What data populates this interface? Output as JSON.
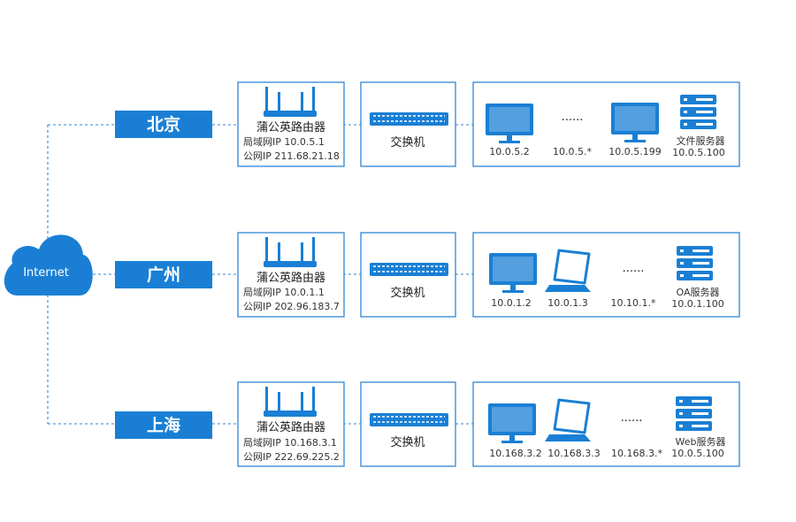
{
  "internet": {
    "label": "Internet"
  },
  "branches": [
    {
      "city": "北京",
      "router": {
        "name": "蒲公英路由器",
        "lan": "局域网IP 10.0.5.1",
        "wan": "公网IP 211.68.21.18"
      },
      "switch_label": "交换机",
      "devices": [
        {
          "type": "monitor",
          "label": "10.0.5.2"
        },
        {
          "type": "dots",
          "label": "10.0.5.*"
        },
        {
          "type": "monitor",
          "label": "10.0.5.199"
        },
        {
          "type": "server",
          "name": "文件服务器",
          "label": "10.0.5.100"
        }
      ]
    },
    {
      "city": "广州",
      "router": {
        "name": "蒲公英路由器",
        "lan": "局域网IP 10.0.1.1",
        "wan": "公网IP 202.96.183.7"
      },
      "switch_label": "交换机",
      "devices": [
        {
          "type": "monitor",
          "label": "10.0.1.2"
        },
        {
          "type": "laptop",
          "label": "10.0.1.3"
        },
        {
          "type": "dots",
          "label": "10.10.1.*"
        },
        {
          "type": "server",
          "name": "OA服务器",
          "label": "10.0.1.100"
        }
      ]
    },
    {
      "city": "上海",
      "router": {
        "name": "蒲公英路由器",
        "lan": "局域网IP 10.168.3.1",
        "wan": "公网IP 222.69.225.2"
      },
      "switch_label": "交换机",
      "devices": [
        {
          "type": "monitor",
          "label": "10.168.3.2"
        },
        {
          "type": "laptop",
          "label": "10.168.3.3"
        },
        {
          "type": "dots",
          "label": "10.168.3.*"
        },
        {
          "type": "server",
          "name": "Web服务器",
          "label": "10.0.5.100"
        }
      ]
    }
  ],
  "colors": {
    "accent": "#1a7fd4",
    "frame": "#2f86d6"
  },
  "dots_text": "......"
}
